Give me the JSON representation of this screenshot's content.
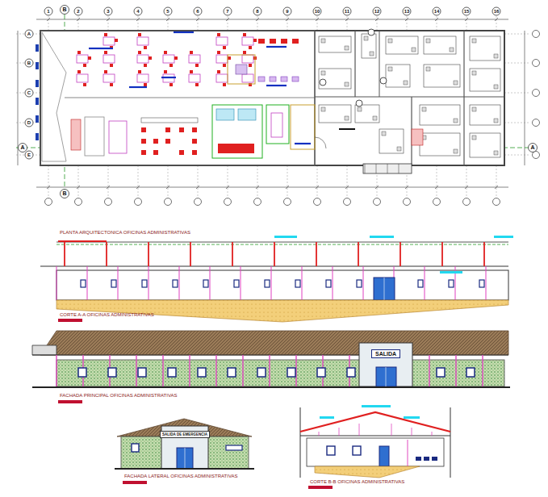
{
  "diagram": {
    "nodes": [
      {
        "text": [
          "SALIDA"
        ]
      },
      {
        "text": [
          "SALIDA DE EMERGENCIA"
        ]
      }
    ],
    "labels": [
      "1",
      "2",
      "3",
      "4",
      "5",
      "6",
      "7",
      "8",
      "9",
      "10",
      "11",
      "12",
      "13",
      "14",
      "15",
      "16",
      "A",
      "B",
      "C",
      "D",
      "E",
      "A",
      "A",
      "B",
      "B",
      "PLANTA ARQUITECTONICA OFICINAS ADMINISTRATIVAS",
      "CORTE A-A OFICINAS ADMINISTRATIVAS",
      "FACHADA PRINCIPAL OFICINAS ADMINISTRATIVAS",
      "FACHADA LATERAL OFICINAS ADMINISTRATIVAS",
      "CORTE B-B OFICINAS ADMINISTRATIVAS"
    ]
  }
}
